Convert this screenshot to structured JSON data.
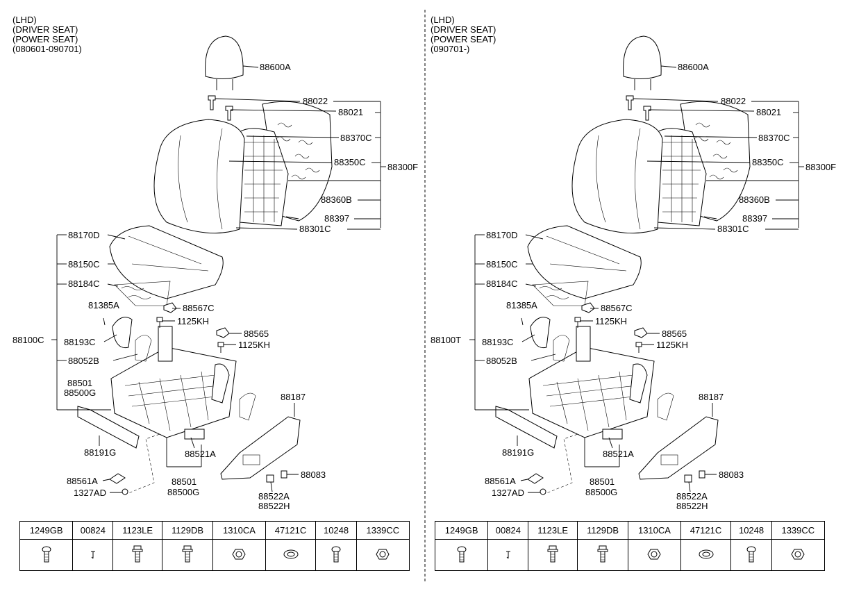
{
  "diagrams": [
    {
      "header": [
        "(LHD)",
        "(DRIVER SEAT)",
        "(POWER SEAT)",
        "(080601-090701)"
      ],
      "callouts": {
        "p88600A": "88600A",
        "p88022": "88022",
        "p88021": "88021",
        "p88370C": "88370C",
        "p88350C": "88350C",
        "p88300F": "88300F",
        "p88360B": "88360B",
        "p88397": "88397",
        "p88301C": "88301C",
        "p88170D": "88170D",
        "p88150C": "88150C",
        "p88184C": "88184C",
        "p81385A": "81385A",
        "p88567C": "88567C",
        "p1125KH_a": "1125KH",
        "p88565": "88565",
        "p1125KH_b": "1125KH",
        "p88100": "88100C",
        "p88193C": "88193C",
        "p88052B": "88052B",
        "p88501_a": "88501",
        "p88500G_a": "88500G",
        "p88187": "88187",
        "p88191G": "88191G",
        "p88521A": "88521A",
        "p88501_b": "88501",
        "p88500G_b": "88500G",
        "p88083": "88083",
        "p88561A": "88561A",
        "p1327AD": "1327AD",
        "p88522A": "88522A",
        "p88522H": "88522H"
      },
      "parts_table": [
        "1249GB",
        "00824",
        "1123LE",
        "1129DB",
        "1310CA",
        "47121C",
        "10248",
        "1339CC"
      ]
    },
    {
      "header": [
        "(LHD)",
        "(DRIVER SEAT)",
        "(POWER SEAT)",
        "(090701-)"
      ],
      "callouts": {
        "p88600A": "88600A",
        "p88022": "88022",
        "p88021": "88021",
        "p88370C": "88370C",
        "p88350C": "88350C",
        "p88300F": "88300F",
        "p88360B": "88360B",
        "p88397": "88397",
        "p88301C": "88301C",
        "p88170D": "88170D",
        "p88150C": "88150C",
        "p88184C": "88184C",
        "p81385A": "81385A",
        "p88567C": "88567C",
        "p1125KH_a": "1125KH",
        "p88565": "88565",
        "p1125KH_b": "1125KH",
        "p88100": "88100T",
        "p88193C": "88193C",
        "p88052B": "88052B",
        "p88501_a": "",
        "p88500G_a": "",
        "p88187": "88187",
        "p88191G": "88191G",
        "p88521A": "88521A",
        "p88501_b": "88501",
        "p88500G_b": "88500G",
        "p88083": "88083",
        "p88561A": "88561A",
        "p1327AD": "1327AD",
        "p88522A": "88522A",
        "p88522H": "88522H"
      },
      "parts_table": [
        "1249GB",
        "00824",
        "1123LE",
        "1129DB",
        "1310CA",
        "47121C",
        "10248",
        "1339CC"
      ]
    }
  ],
  "icons": [
    "bolt-icon",
    "pin-icon",
    "flange-bolt-icon",
    "flange-bolt-icon",
    "nut-icon",
    "clip-nut-icon",
    "screw-icon",
    "nut-icon"
  ]
}
